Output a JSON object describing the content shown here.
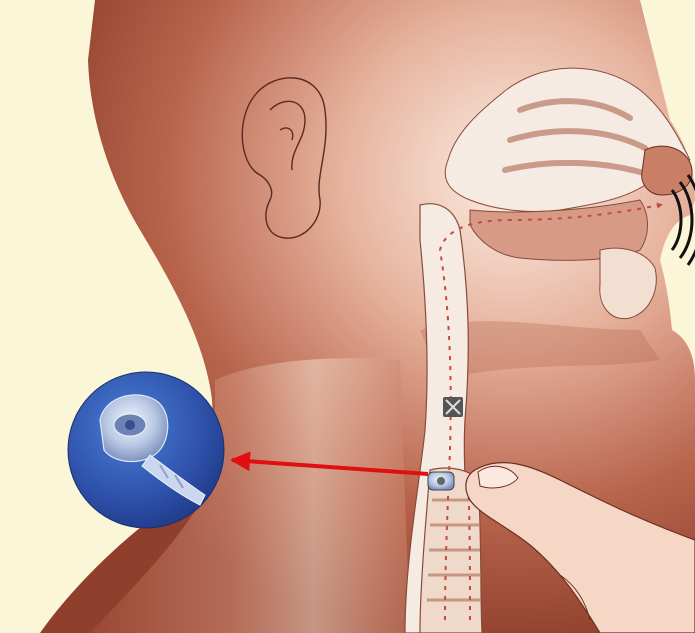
{
  "figure": {
    "subject": "voice-prosthesis-tracheoesophageal-diagram"
  },
  "colors": {
    "background": "#fbf6d8",
    "skin_dark": "#a8543f",
    "skin_mid": "#c9826b",
    "skin_light": "#f4dccd",
    "airway": "#f6ebe2",
    "airflow_arrow": "#c44b3d",
    "pointer_arrow": "#e01010",
    "inset_blue": "#2d4fa8",
    "sound_waves": "#111111"
  },
  "icons": {
    "ear": "ear-outline",
    "sound": "sound-waves",
    "device": "voice-prosthesis-valve"
  }
}
